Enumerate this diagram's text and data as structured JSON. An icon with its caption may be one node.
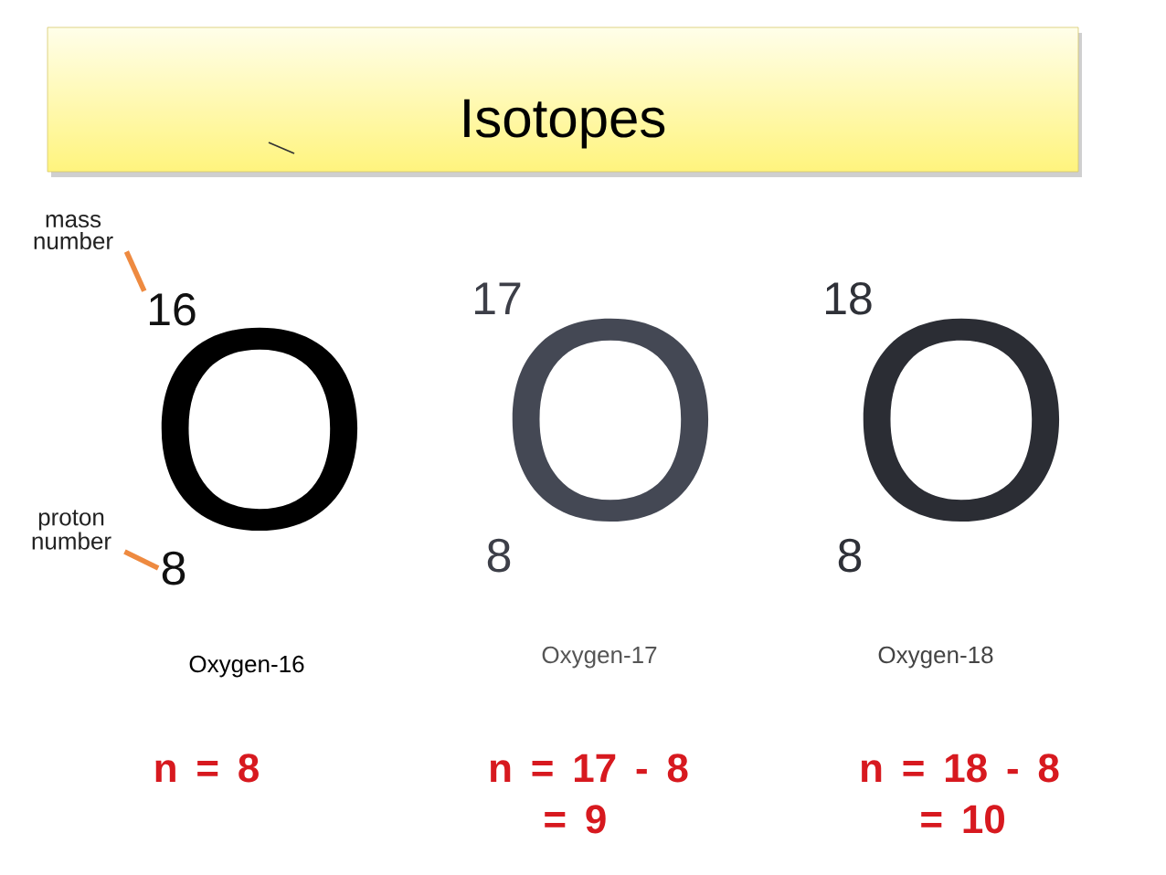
{
  "diagram": {
    "title": "Isotopes",
    "nodes": [
      {
        "text": [
          "mass number"
        ]
      },
      {
        "text": [
          "16"
        ]
      },
      {
        "text": [
          "proton number"
        ]
      },
      {
        "text": [
          "8"
        ]
      }
    ],
    "edges": [
      {
        "from": 0,
        "to": 1,
        "arrow": "none"
      },
      {
        "from": 2,
        "to": 3,
        "arrow": "none"
      }
    ],
    "labels": [
      "17",
      "18",
      "O",
      "O",
      "O",
      "8",
      "8",
      "Oxygen-16",
      "Oxygen-17",
      "Oxygen-18",
      "n = 8",
      "n = 17 - 8",
      "= 9",
      "n = 18 - 8",
      "= 10"
    ]
  }
}
